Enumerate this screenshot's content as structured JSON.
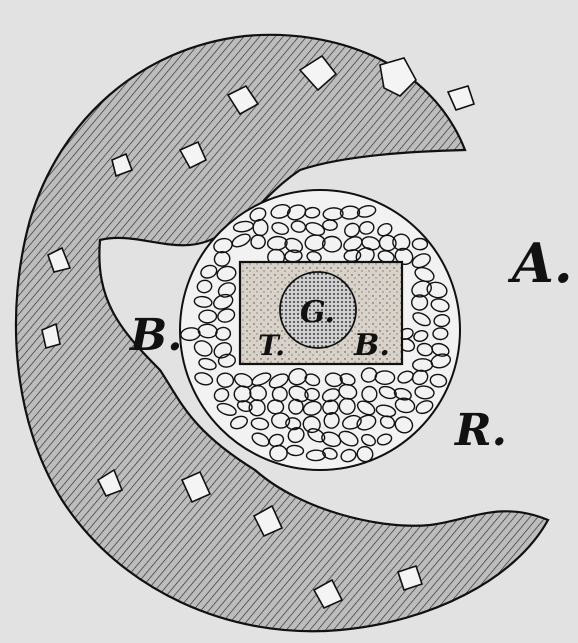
{
  "figure": {
    "labels": {
      "A": "A.",
      "B_left": "B.",
      "T": "T.",
      "G": "G.",
      "B_inner": "B.",
      "R": "R."
    },
    "colors": {
      "background": "#e2e2e2",
      "ink": "#111111",
      "hatch_fill": "#b9b9b9",
      "stipple": "#d6d0c6"
    }
  }
}
